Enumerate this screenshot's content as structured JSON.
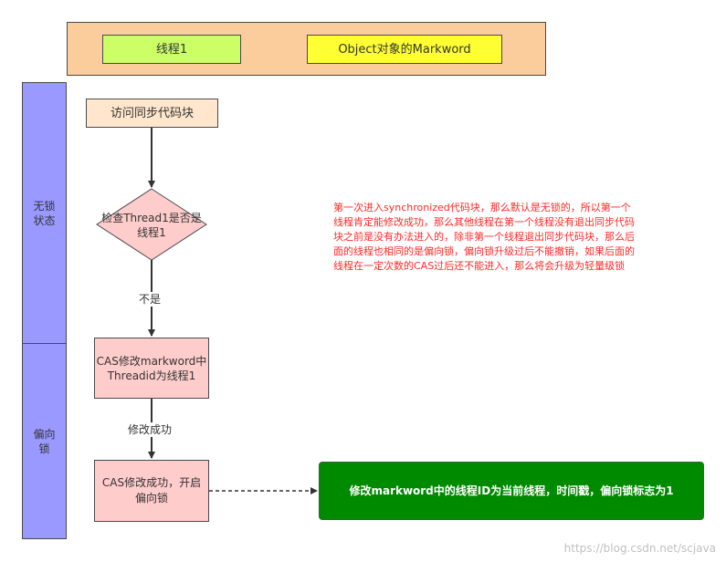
{
  "header": {
    "thread_label": "线程1",
    "markword_label": "Object对象的Markword"
  },
  "lanes": {
    "lock_free": "无锁状态",
    "biased": "偏向锁"
  },
  "nodes": {
    "access_block": "访问同步代码块",
    "check_thread": "检查Thread1是否是线程1",
    "cas_modify": "CAS修改markword中Threadid为线程1",
    "cas_success": "CAS修改成功，开启偏向锁",
    "result": "修改markword中的线程ID为当前线程，时间戳，偏向锁标志为1"
  },
  "edges": {
    "not_equal": "不是",
    "modify_success": "修改成功"
  },
  "note": "第一次进入synchronized代码块，那么默认是无锁的，所以第一个线程肯定能修改成功，那么其他线程在第一个线程没有退出同步代码块之前是没有办法进入的，除非第一个线程退出同步代码块，那么后面的线程也相同的是偏向锁，偏向锁升级过后不能撤销，如果后面的线程在一定次数的CAS过后还不能进入，那么将会升级为轻量级锁",
  "watermark": "https://blog.csdn.net/scjava",
  "colors": {
    "header_bg": "#fbcc9c",
    "thread_bg": "#ccff66",
    "markword_bg": "#ffff33",
    "lane_bg": "#9999ff",
    "start_bg": "#ffe6cc",
    "process_bg": "#ffcccc",
    "result_bg": "#008a00",
    "note_text": "#ff2a2a"
  }
}
